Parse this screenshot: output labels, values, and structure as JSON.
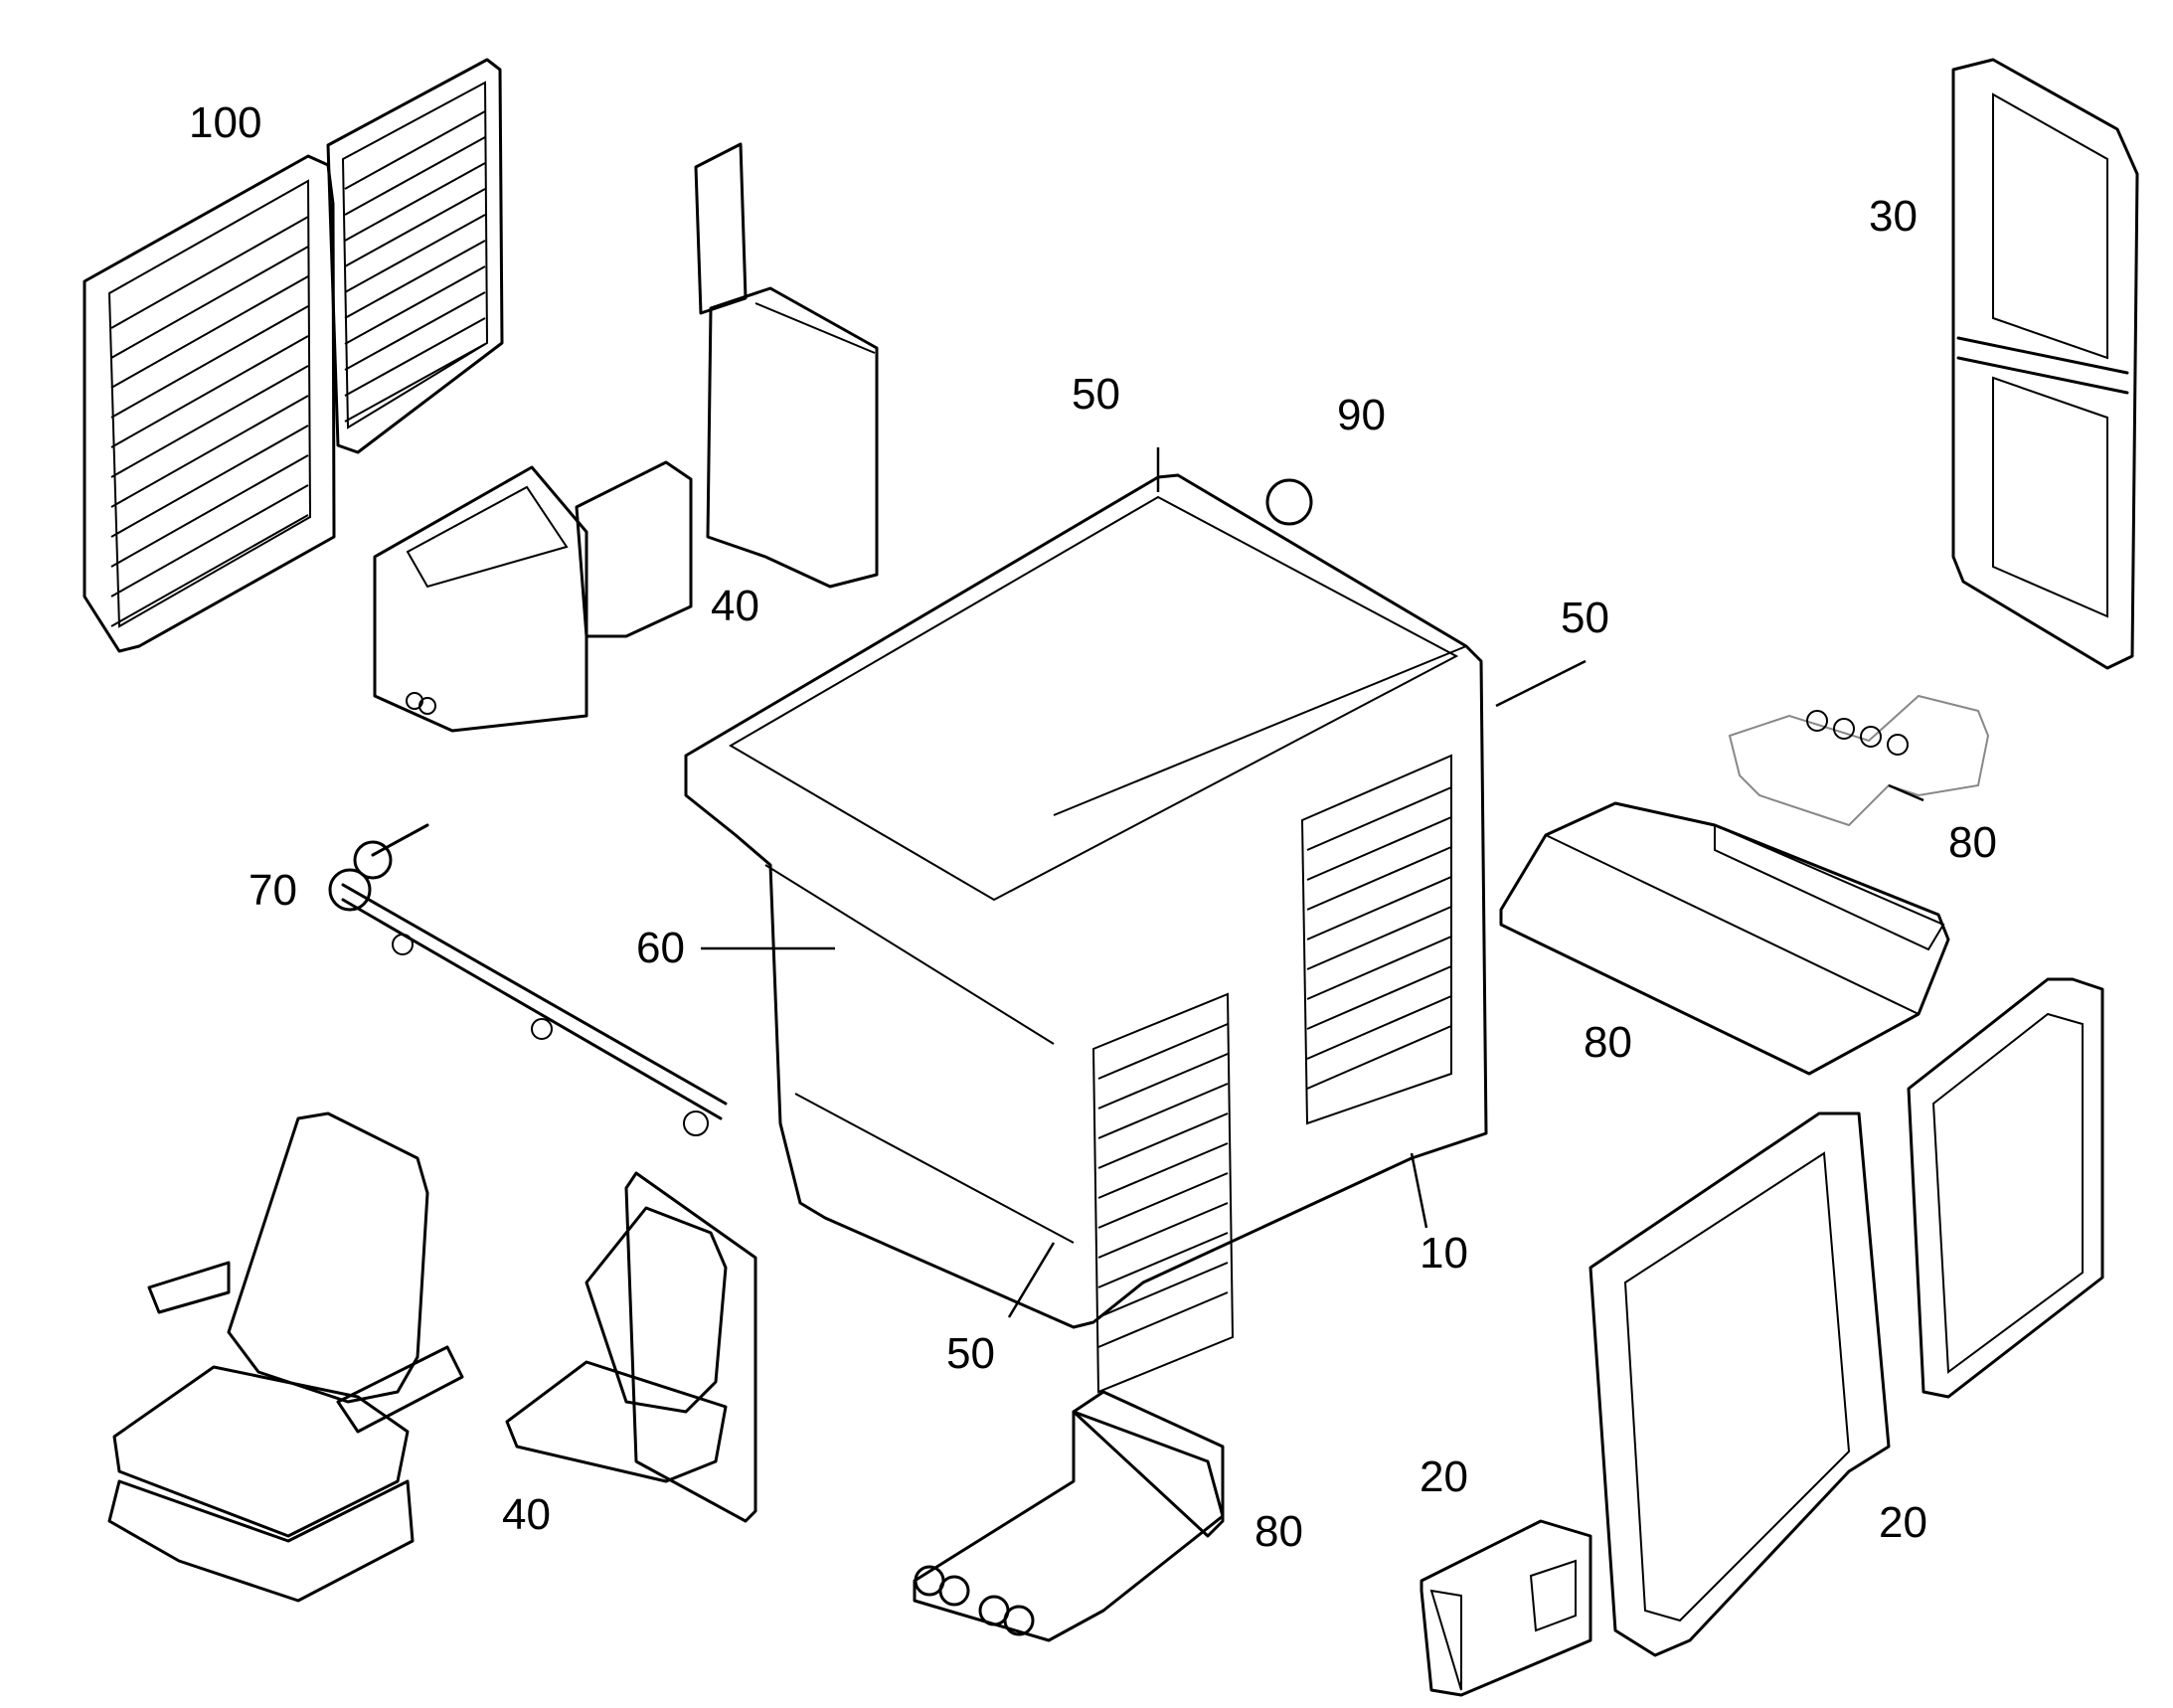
{
  "diagram": {
    "labels": {
      "l100": "100",
      "l30": "30",
      "l40a": "40",
      "l50a": "50",
      "l90": "90",
      "l50b": "50",
      "l80a": "80",
      "l70": "70",
      "l60": "60",
      "l80b": "80",
      "l10": "10",
      "l40b": "40",
      "l50c": "50",
      "l80c": "80",
      "l20a": "20",
      "l20b": "20"
    }
  }
}
